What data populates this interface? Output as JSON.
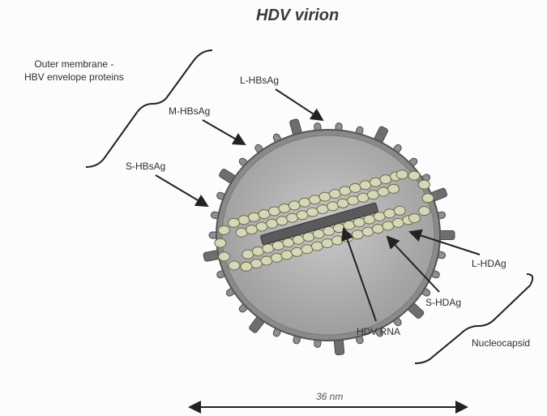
{
  "title": "HDV virion",
  "labels": {
    "outer_membrane_line1": "Outer membrane -",
    "outer_membrane_line2": "HBV envelope proteins",
    "l_hbsag": "L-HBsAg",
    "m_hbsag": "M-HBsAg",
    "s_hbsag": "S-HBsAg",
    "l_hdag": "L-HDAg",
    "s_hdag": "S-HDAg",
    "hdv_rna": "HDV RNA",
    "nucleocapsid": "Nucleocapsid",
    "scale": "36 nm"
  },
  "colors": {
    "envelope": "#8a8a8a",
    "core": "#b5b5b5",
    "bead": "#d6d6b8",
    "rna": "#5a5a5a"
  }
}
